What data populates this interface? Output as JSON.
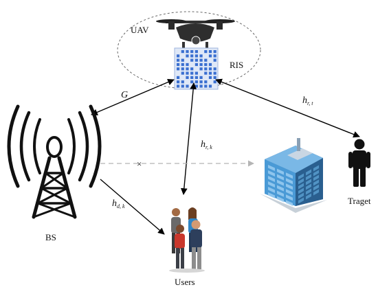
{
  "labels": {
    "uav": "UAV",
    "ris": "RIS",
    "bs": "BS",
    "users": "Users",
    "target": "Traget"
  },
  "channels": {
    "g": {
      "main": "G"
    },
    "h_rt": {
      "main": "h",
      "sub": "r, t"
    },
    "h_rk": {
      "main": "h",
      "sub": "r, k"
    },
    "h_dk": {
      "main": "h",
      "sub": "d, k"
    }
  },
  "markers": {
    "blocked": "×"
  },
  "icons": [
    "drone-icon",
    "ris-panel-icon",
    "tower-icon",
    "building-icon",
    "person-icon",
    "users-group-icon"
  ],
  "colors": {
    "ris_cell": "#3a6fd0",
    "ris_bg": "#dfe8f7",
    "building": "#3d88c4",
    "arrow": "#000000",
    "blocked_path": "#b5b5b5"
  }
}
